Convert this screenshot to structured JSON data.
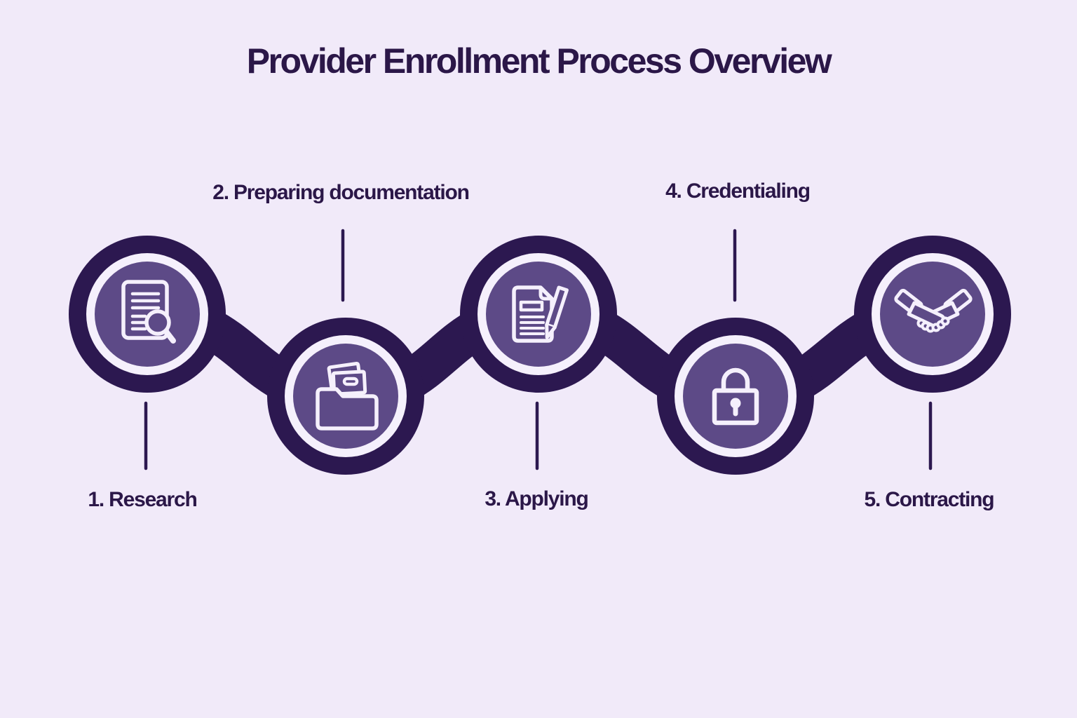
{
  "title": "Provider Enrollment Process Overview",
  "colors": {
    "background": "#f1eaf9",
    "chain_dark": "#2c1850",
    "node_fill": "#5d4a87",
    "ring_light": "#f5f0fc",
    "icon_stroke": "#f5f0fc",
    "text": "#2b1748"
  },
  "steps": [
    {
      "label": "1. Research",
      "icon": "document-search-icon",
      "node_position": "upper",
      "label_position": "below"
    },
    {
      "label": "2. Preparing documentation",
      "icon": "folder-documents-icon",
      "node_position": "lower",
      "label_position": "above"
    },
    {
      "label": "3. Applying",
      "icon": "document-pencil-icon",
      "node_position": "upper",
      "label_position": "below"
    },
    {
      "label": "4. Credentialing",
      "icon": "padlock-icon",
      "node_position": "lower",
      "label_position": "above"
    },
    {
      "label": "5. Contracting",
      "icon": "handshake-icon",
      "node_position": "upper",
      "label_position": "below"
    }
  ]
}
